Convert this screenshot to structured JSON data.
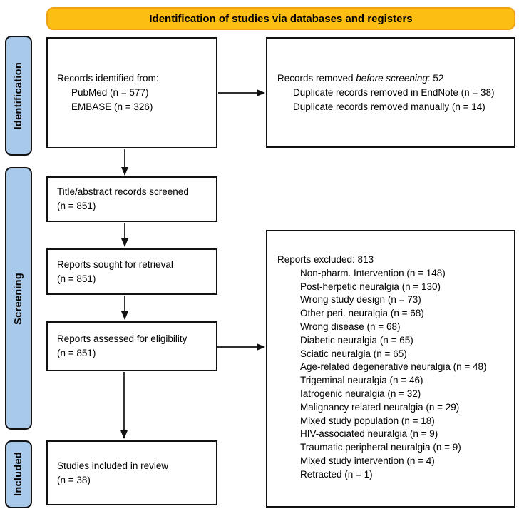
{
  "banner": {
    "title": "Identification of studies via databases and registers"
  },
  "colors": {
    "banner_bg": "#FDBE14",
    "banner_border": "#ECA413",
    "stage_bg": "#A9C9EA",
    "box_border": "#111111",
    "text": "#000000"
  },
  "sidebar": {
    "stages": [
      {
        "label": "Identification"
      },
      {
        "label": "Screening"
      },
      {
        "label": "Included"
      }
    ]
  },
  "boxes": {
    "records_identified": {
      "title": "Records identified from:",
      "items": [
        "PubMed (n = 577)",
        "EMBASE (n = 326)"
      ]
    },
    "records_removed": {
      "prefix": "Records removed ",
      "emphasis": "before screening",
      "suffix": ": 52",
      "items": [
        "Duplicate records removed in EndNote (n = 38)",
        "Duplicate records removed manually (n = 14)"
      ]
    },
    "title_abstract_screened": {
      "line1": "Title/abstract records screened",
      "line2": "(n = 851)"
    },
    "reports_sought": {
      "line1": "Reports sought for retrieval",
      "line2": "(n = 851)"
    },
    "reports_assessed": {
      "line1": "Reports assessed for eligibility",
      "line2": "(n = 851)"
    },
    "reports_excluded": {
      "title": "Reports excluded: 813",
      "items": [
        "Non-pharm. Intervention (n = 148)",
        "Post-herpetic neuralgia (n = 130)",
        "Wrong study design (n = 73)",
        "Other peri. neuralgia (n = 68)",
        "Wrong disease (n = 68)",
        "Diabetic neuralgia (n = 65)",
        "Sciatic neuralgia (n = 65)",
        "Age-related degenerative neuralgia (n = 48)",
        "Trigeminal neuralgia (n = 46)",
        "Iatrogenic neuralgia (n = 32)",
        "Malignancy related neuralgia (n = 29)",
        "Mixed study population (n = 18)",
        "HIV-associated neuralgia (n = 9)",
        "Traumatic peripheral neuralgia (n = 9)",
        "Mixed study intervention (n = 4)",
        "Retracted (n = 1)"
      ]
    },
    "studies_included": {
      "line1": "Studies included in review",
      "line2": "(n = 38)"
    }
  }
}
